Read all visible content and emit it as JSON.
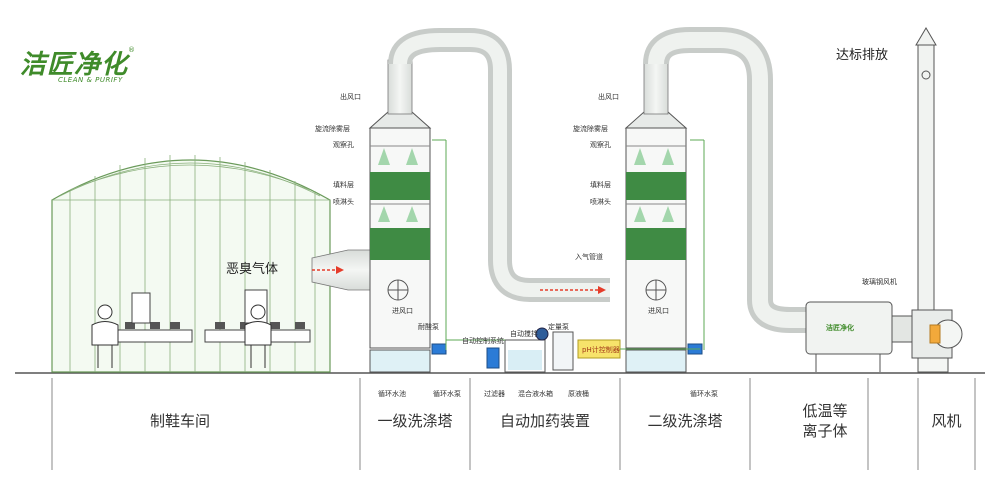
{
  "brand": {
    "name": "洁匠净化",
    "sub": "CLEAN & PURIFY",
    "reg": "®",
    "color": "#3f8b2a"
  },
  "labels": {
    "odor_gas": "恶臭气体",
    "exhaust": "达标排放",
    "tower1": {
      "outlet": "出风口",
      "demister": "旋流除雾层",
      "window": "观察孔",
      "packing": "填料层",
      "nozzle": "喷淋头",
      "inlet": "进风口"
    },
    "tower2": {
      "outlet": "出风口",
      "demister": "旋流除雾层",
      "window": "观察孔",
      "packing": "填料层",
      "nozzle": "喷淋头",
      "inlet": "进风口",
      "air_pipe": "入气管道"
    },
    "acid_pump": "耐酸泵",
    "auto_ctrl_system": "自动控制系统",
    "auto_mixer": "自动搅拌",
    "dosing_pump": "定量泵",
    "ph_ctrl": "pH计控制器",
    "circ_pool": "循环水池",
    "circ_pump1": "循环水泵",
    "filter": "过滤器",
    "mix_tank": "混合液水箱",
    "raw_bucket": "原液桶",
    "circ_pump2": "循环水泵",
    "fan_label": "玻璃钢风机",
    "plasma_logo": "洁匠净化"
  },
  "sections": [
    {
      "name": "section-workshop",
      "label": "制鞋车间"
    },
    {
      "name": "section-tower1",
      "label": "一级洗涤塔"
    },
    {
      "name": "section-dosing",
      "label": "自动加药装置"
    },
    {
      "name": "section-tower2",
      "label": "二级洗涤塔"
    },
    {
      "name": "section-plasma-line1",
      "label": "低温等"
    },
    {
      "name": "section-plasma-line2",
      "label": "离子体"
    },
    {
      "name": "section-fan",
      "label": "风机"
    }
  ],
  "colors": {
    "pipe": "#e9ecea",
    "green_band": "#3f8b44",
    "water": "#dff1f6",
    "outline": "#4a4a4a"
  }
}
